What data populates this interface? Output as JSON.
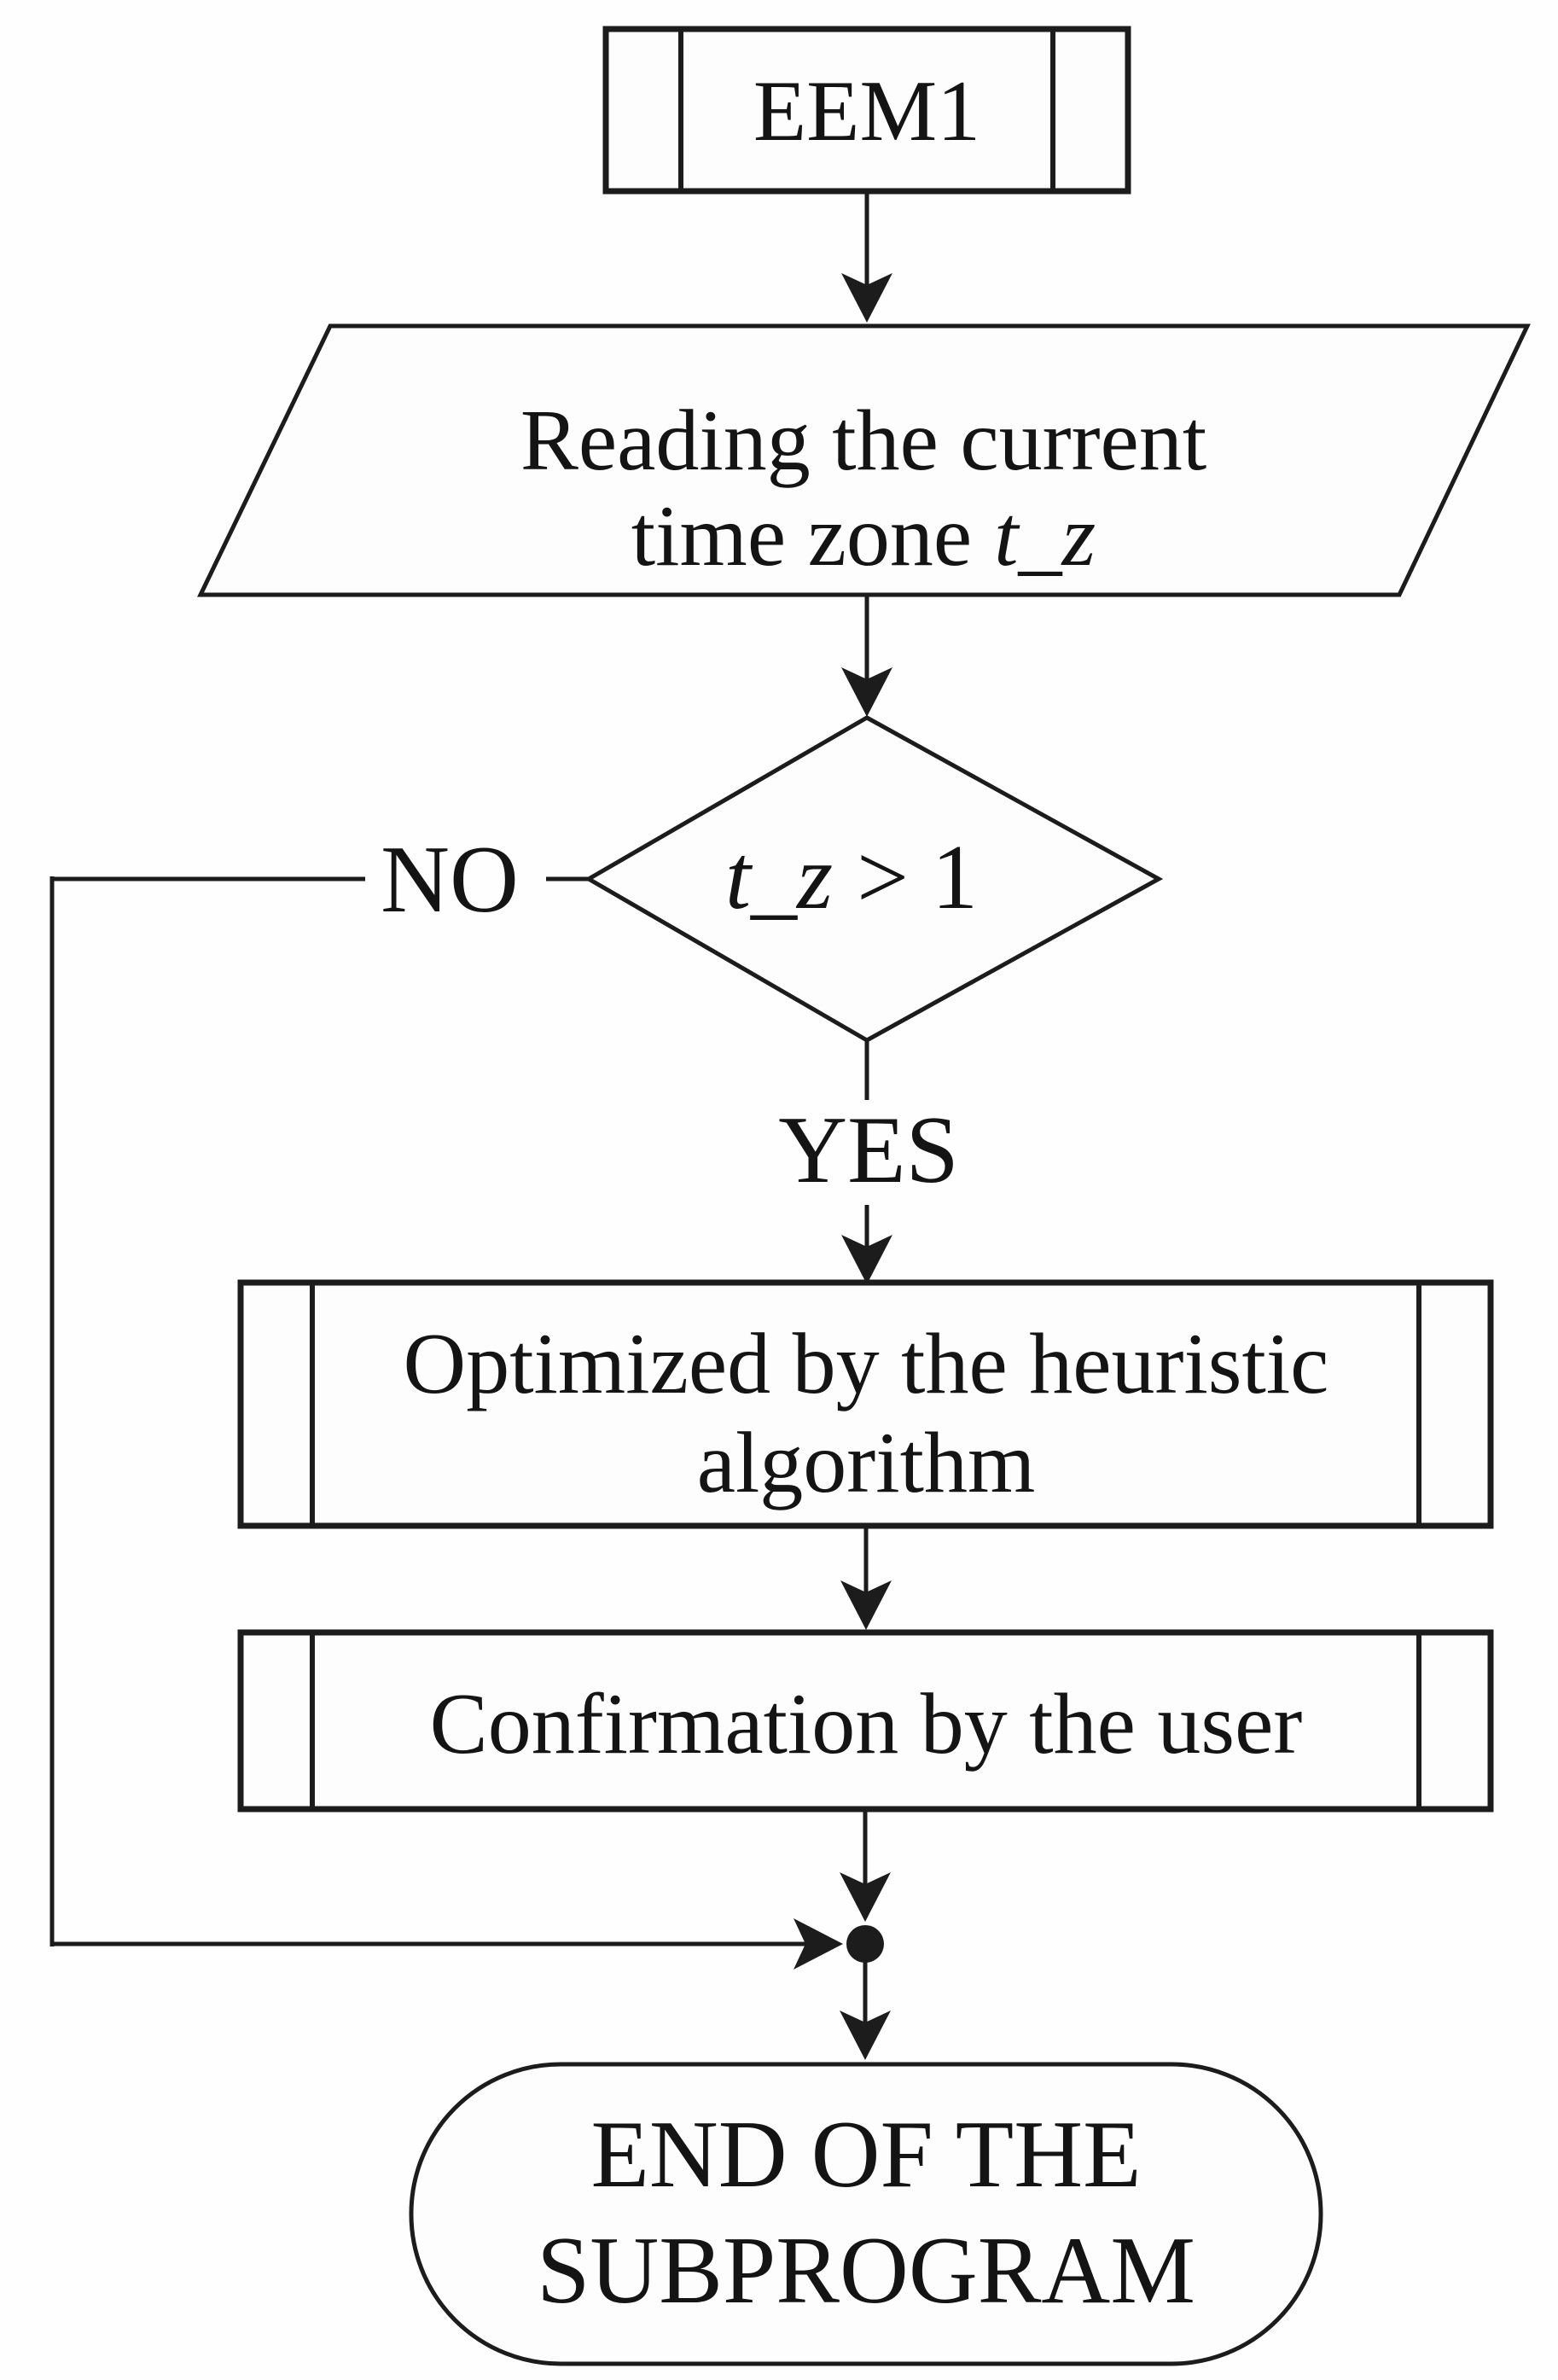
{
  "flowchart": {
    "colors": {
      "stroke": "#1c1c1c",
      "text": "#141414",
      "background": "#fefefe"
    },
    "nodes": {
      "start": {
        "shape": "predefined-process",
        "label": "EEM1"
      },
      "read_input": {
        "shape": "input-output-parallelogram",
        "line1": "Reading the current",
        "line2": "time zone",
        "variable": "t_z"
      },
      "decision": {
        "shape": "decision-diamond",
        "variable": "t_z",
        "condition": "> 1"
      },
      "optimize": {
        "shape": "predefined-process",
        "line1": "Optimized by the heuristic",
        "line2": "algorithm"
      },
      "confirm": {
        "shape": "predefined-process",
        "label": "Confirmation by the user"
      },
      "end": {
        "shape": "terminator",
        "line1": "END OF THE",
        "line2": "SUBPROGRAM"
      }
    },
    "edge_labels": {
      "no": "NO",
      "yes": "YES"
    }
  }
}
